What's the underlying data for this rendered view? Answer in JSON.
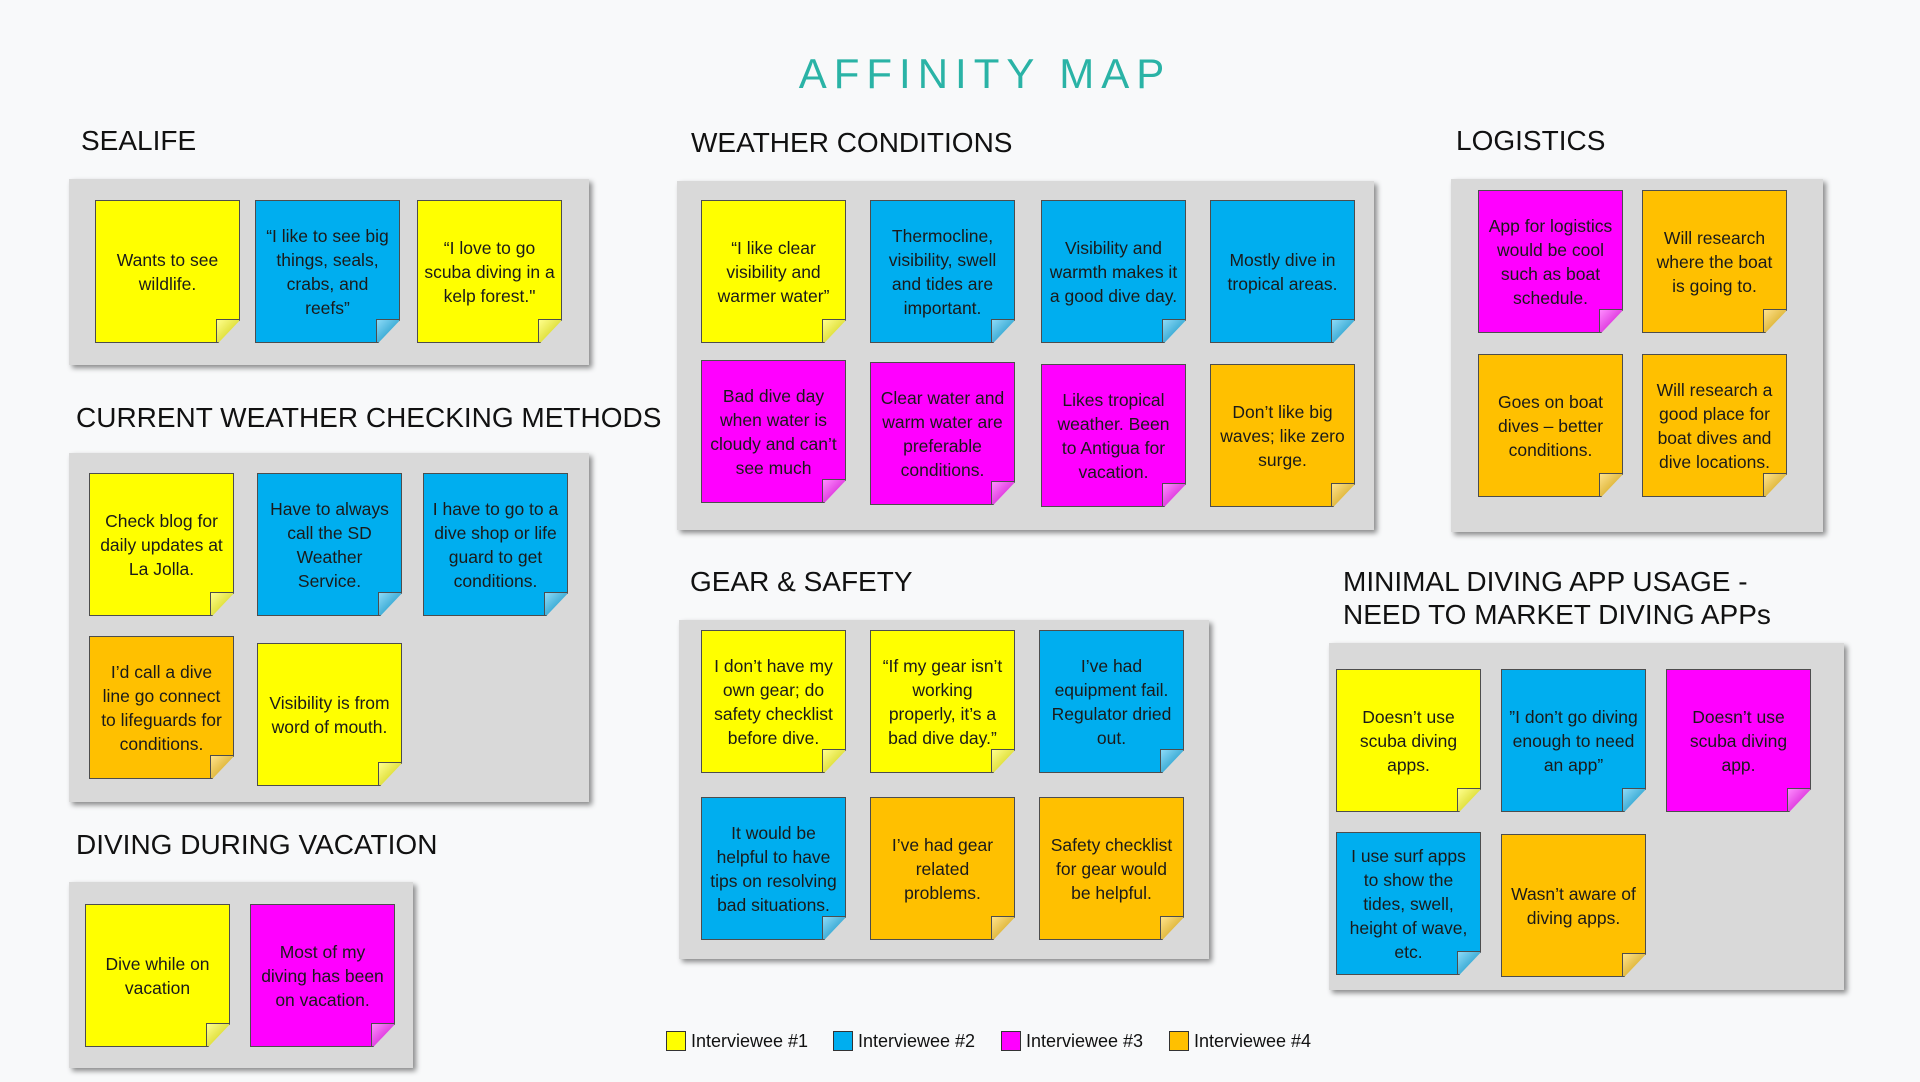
{
  "title": "AFFINITY MAP",
  "colors": {
    "interviewee1": "#ffff00",
    "interviewee2": "#00aeef",
    "interviewee3": "#ff00ff",
    "interviewee4": "#ffc000",
    "title": "#2ab3a6"
  },
  "groups": {
    "sealife": {
      "title": "SEALIFE",
      "notes": [
        "Wants to see wildlife.",
        "“I like to see big things, seals, crabs, and reefs”",
        "“I love to go scuba diving in a kelp forest.\""
      ]
    },
    "current_weather": {
      "title": "CURRENT WEATHER CHECKING METHODS",
      "notes": [
        "Check blog for daily updates at La Jolla.",
        "Have to always call the SD Weather Service.",
        "I have to go to a dive shop or life guard to get conditions.",
        "I’d call a dive line go connect to lifeguards for conditions.",
        "Visibility is from word of mouth."
      ]
    },
    "vacation": {
      "title": "DIVING DURING VACATION",
      "notes": [
        "Dive while on vacation",
        "Most of my diving has been on vacation."
      ]
    },
    "weather_conditions": {
      "title": "WEATHER CONDITIONS",
      "notes": [
        "“I like clear visibility and warmer water”",
        "Thermocline, visibility, swell and tides are important.",
        "Visibility and warmth makes it a good dive day.",
        "Mostly dive in tropical areas.",
        "Bad dive day when water is cloudy and can’t see much",
        "Clear water and warm water are preferable conditions.",
        "Likes tropical weather. Been to Antigua for vacation.",
        "Don’t like big waves; like zero surge."
      ]
    },
    "gear_safety": {
      "title": "GEAR & SAFETY",
      "notes": [
        "I don’t have my own gear; do safety checklist before dive.",
        "“If my gear isn’t working properly, it’s a bad dive day.”",
        "I’ve had equipment fail. Regulator dried out.",
        "It would be helpful to have tips on resolving bad situations.",
        "I’ve had gear related problems.",
        "Safety checklist for gear would be helpful."
      ]
    },
    "logistics": {
      "title": "LOGISTICS",
      "notes": [
        "App for logistics would be cool such as boat schedule.",
        "Will research where the boat is going to.",
        "Goes on boat dives – better conditions.",
        "Will research a good place for boat dives and dive locations."
      ]
    },
    "minimal": {
      "title_line1": "MINIMAL DIVING APP USAGE -",
      "title_line2": "NEED TO MARKET DIVING APPs",
      "notes": [
        "Doesn’t use scuba diving apps.",
        "”I don’t go diving enough to need an app”",
        "Doesn’t use scuba diving app.",
        "I use surf apps to show the tides, swell, height of wave, etc.",
        "Wasn’t aware of diving apps."
      ]
    }
  },
  "legend": [
    "Interviewee #1",
    "Interviewee #2",
    "Interviewee #3",
    "Interviewee #4"
  ]
}
